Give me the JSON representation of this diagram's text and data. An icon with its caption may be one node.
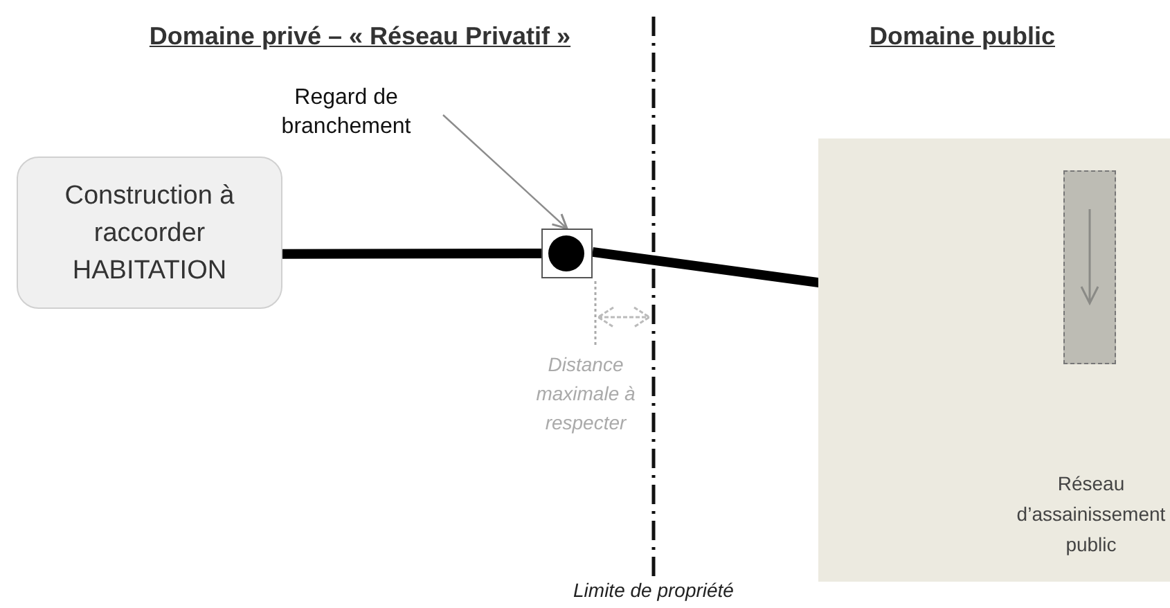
{
  "diagram": {
    "nodes": [
      {
        "text": [
          "Construction à raccorder HABITATION"
        ]
      },
      {
        "text": [],
        "shape": "box"
      },
      {
        "text": [
          "Regard de branchement"
        ]
      },
      {
        "text": [
          "Réseau d’assainissement public"
        ]
      },
      {
        "text": [],
        "shape": "bar",
        "in": 3
      }
    ],
    "edges": [
      {
        "from": 0,
        "to": 1,
        "arrow": "none"
      },
      {
        "from": 1,
        "to": 4,
        "arrow": "none"
      },
      {
        "from": 2,
        "to": 1,
        "arrow": "to",
        "color": "#8c8c8c"
      }
    ],
    "labels": [
      "Domaine privé – « Réseau Privatif »",
      "Domaine public",
      "Distance maximale à respecter",
      "Limite de propriété"
    ]
  }
}
